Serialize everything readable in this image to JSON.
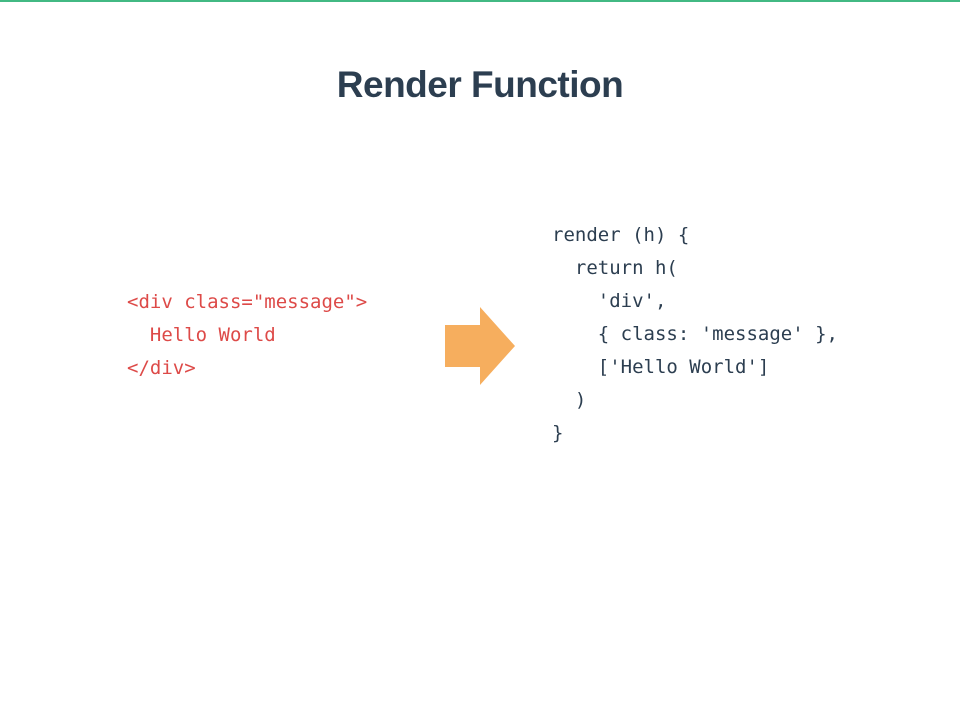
{
  "title": "Render Function",
  "colors": {
    "accent": "#42b983",
    "title": "#2c3e50",
    "template_code": "#dd4a48",
    "render_code": "#2c3e50",
    "arrow": "#f6ae5e"
  },
  "template_code": {
    "lines": [
      "<div class=\"message\">",
      "  Hello World",
      "</div>"
    ]
  },
  "arrow_icon": "arrow-right-icon",
  "render_code": {
    "lines": [
      "render (h) {",
      "  return h(",
      "    'div',",
      "    { class: 'message' },",
      "    ['Hello World']",
      "  )",
      "}"
    ]
  }
}
